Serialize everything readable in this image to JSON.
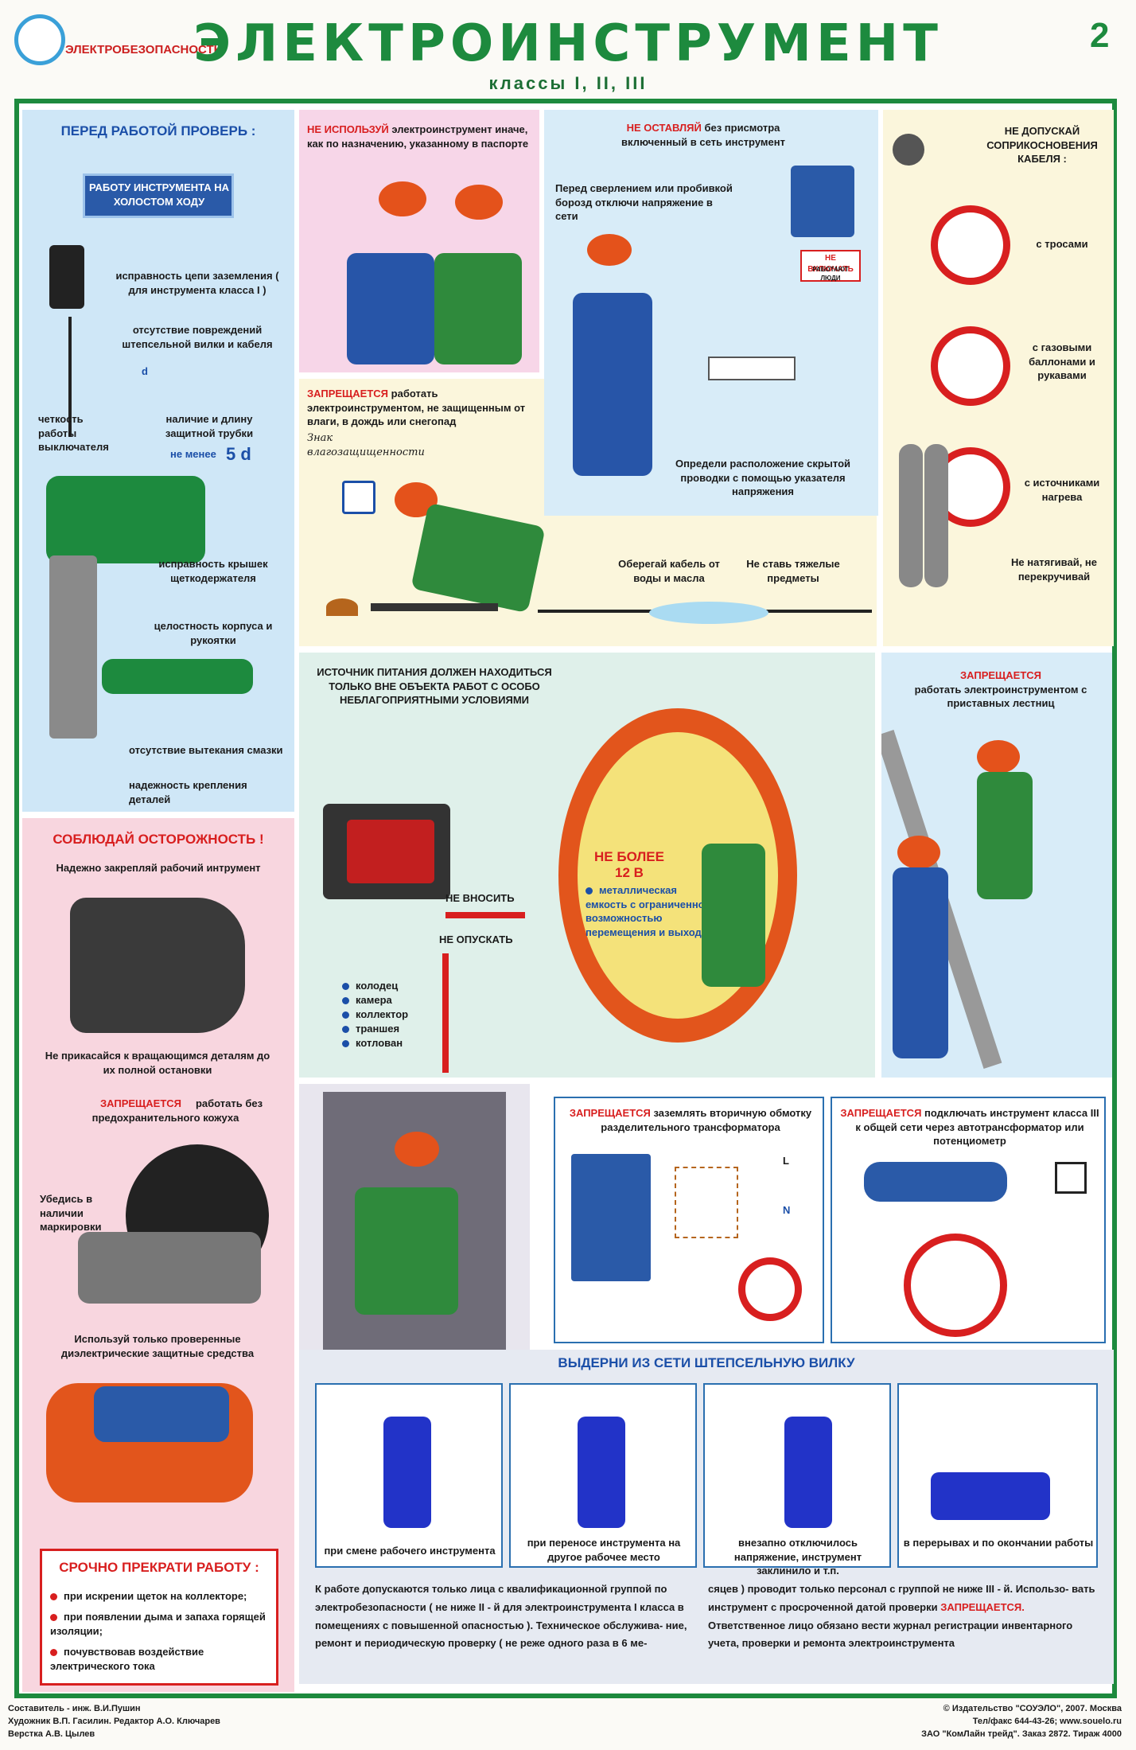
{
  "header": {
    "title": "ЭЛЕКТРОИНСТРУМЕНТ",
    "subtitle": "классы I, II, III",
    "page_number": "2",
    "brand": "ЭЛЕКТРОБЕЗОПАСНОСТЬ"
  },
  "check": {
    "title": "ПЕРЕД РАБОТОЙ ПРОВЕРЬ :",
    "button": "РАБОТУ ИНСТРУМЕНТА НА ХОЛОСТОМ ХОДУ",
    "grounding": "исправность цепи заземления ( для инструмента класса I )",
    "plug": "отсутствие повреждений штепсельной вилки и кабеля",
    "d": "d",
    "switches": "четкость работы выключателя",
    "tube": "наличие и длину защитной трубки",
    "min": "не менее",
    "five_d": "5 d",
    "brush_covers": "исправность крышек щеткодержателя",
    "housing": "целостность корпуса и рукоятки",
    "grease": "отсутствие вытекания смазки",
    "fastening": "надежность крепления деталей"
  },
  "caution": {
    "title": "СОБЛЮДАЙ ОСТОРОЖНОСТЬ !",
    "fasten": "Надежно закрепляй рабочий интрумент",
    "no_touch": "Не прикасайся к вращающимся деталям до их полной остановки",
    "forbidden": "ЗАПРЕЩАЕТСЯ",
    "no_guard": "работать без предохранительного кожуха",
    "marking": "Убедись в наличии маркировки",
    "dielectric": "Используй только проверенные диэлектрические защитные средства"
  },
  "stop": {
    "title": "СРОЧНО ПРЕКРАТИ РАБОТУ :",
    "items": [
      "при искрении щеток на коллекторе;",
      "при появлении дыма и запаха горящей изоляции;",
      "почувствовав воздействие электрического тока"
    ]
  },
  "misuse": {
    "prefix": "НЕ ИСПОЛЬЗУЙ",
    "text": "электроинструмент иначе, как по назначению, указанному в паспорте"
  },
  "unattended": {
    "prefix": "НЕ ОСТАВЛЯЙ",
    "text": "без присмотра включенный в сеть инструмент",
    "drilling": "Перед сверлением или пробивкой борозд отключи напряжение в сети",
    "sign": "НЕ ВКЛЮЧАТЬ",
    "sign2": "РАБОТАЮТ ЛЮДИ",
    "hidden": "Определи расположение скрытой проводки с помощью указателя напряжения"
  },
  "cable": {
    "title": "НЕ ДОПУСКАЙ СОПРИКОСНОВЕНИЯ КАБЕЛЯ :",
    "ropes": "с тросами",
    "gas": "с газовыми баллонами и рукавами",
    "heat": "с источниками нагрева",
    "no_pull": "Не натягивай, не перекручивай"
  },
  "moisture": {
    "prefix": "ЗАПРЕЩАЕТСЯ",
    "text": "работать электроинструментом, не защищенным от влаги, в дождь или снегопад",
    "sign": "Знак влагозащищенности",
    "protect": "Оберегай кабель от воды и масла",
    "no_heavy": "Не ставь тяжелые предметы"
  },
  "source": {
    "text": "ИСТОЧНИК ПИТАНИЯ ДОЛЖЕН НАХОДИТЬСЯ ТОЛЬКО ВНЕ ОБЪЕКТА РАБОТ С ОСОБО НЕБЛАГОПРИЯТНЫМИ УСЛОВИЯМИ",
    "no_bring": "НЕ ВНОСИТЬ",
    "no_lower": "НЕ ОПУСКАТЬ",
    "places": [
      "колодец",
      "камера",
      "коллектор",
      "траншея",
      "котлован"
    ],
    "max": "НЕ БОЛЕЕ",
    "volt": "12 В",
    "tank": "металлическая емкость с ограниченной возможностью перемещения и выхода"
  },
  "ladder": {
    "prefix": "ЗАПРЕЩАЕТСЯ",
    "text": "работать электроинструментом с приставных лестниц"
  },
  "transformer": {
    "prefix": "ЗАПРЕЩАЕТСЯ",
    "text": "заземлять вторичную обмотку разделительного трансформатора",
    "L": "L",
    "N": "N"
  },
  "class3": {
    "prefix": "ЗАПРЕЩАЕТСЯ",
    "text": "подключать инструмент класса III к общей сети через автотрансформатор или потенциометр"
  },
  "unplug": {
    "title": "ВЫДЕРНИ ИЗ СЕТИ ШТЕПСЕЛЬНУЮ ВИЛКУ",
    "items": [
      "при смене рабочего инструмента",
      "при переносе инструмента на другое рабочее место",
      "внезапно отключилось напряжение, инструмент заклинило и т.п.",
      "в перерывах и по окончании работы"
    ]
  },
  "rules": {
    "col1": "К работе допускаются только лица с квалификационной группой по электробезопасности ( не ниже II - й для электроинструмента I класса в помещениях с повышенной опасностью ). Техническое обслужива- ние, ремонт и периодическую проверку ( не реже одного раза в 6 ме-",
    "col2a": "сяцев ) проводит только персонал с группой не ниже III - й. Использо- вать инструмент с просроченной датой проверки",
    "col2b": "ЗАПРЕЩАЕТСЯ.",
    "col2c": "Ответственное лицо обязано вести журнал регистрации инвентарного учета, проверки и ремонта электроинструмента"
  },
  "footer": {
    "left1": "Составитель - инж. В.И.Пушин",
    "left2": "Художник В.П. Гасилин. Редактор А.О. Ключарев",
    "left3": "Верстка А.В. Цылев",
    "right1": "© Издательство \"СОУЭЛО\", 2007. Москва",
    "right2": "Тел/факс 644-43-26; www.souelo.ru",
    "right3": "ЗАО \"КомЛайн трейд\". Заказ 2872. Тираж 4000"
  },
  "colors": {
    "green": "#1d8a3e",
    "red": "#d81f1f",
    "blue": "#1b4fa8"
  }
}
